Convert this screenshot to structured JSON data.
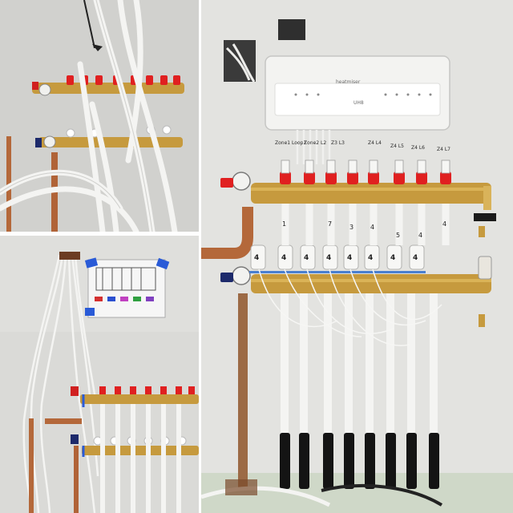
{
  "collage": {
    "panel_count": 3
  },
  "controller": {
    "brand": "heatmiser",
    "model": "UH8"
  },
  "zone_labels": [
    "Zone1 Loop1",
    "Zone2 L2",
    "Z3 L3",
    "Z4 L4",
    "Z4 L5",
    "Z4 L6",
    "Z4 L7"
  ],
  "pipe_numbers": [
    "1",
    "7",
    "3",
    "4",
    "5",
    "4",
    "4"
  ],
  "actuator_marks": [
    "4",
    "4",
    "4",
    "4",
    "4",
    "4",
    "4",
    "4"
  ],
  "colors": {
    "wall": "#d9d9d6",
    "brass": "#c69a3e",
    "valve_red": "#e02020",
    "pipe_white": "#f4f4f2",
    "copper": "#b4683a",
    "insulation_black": "#141414",
    "tape_blue": "#2a5bd7"
  }
}
